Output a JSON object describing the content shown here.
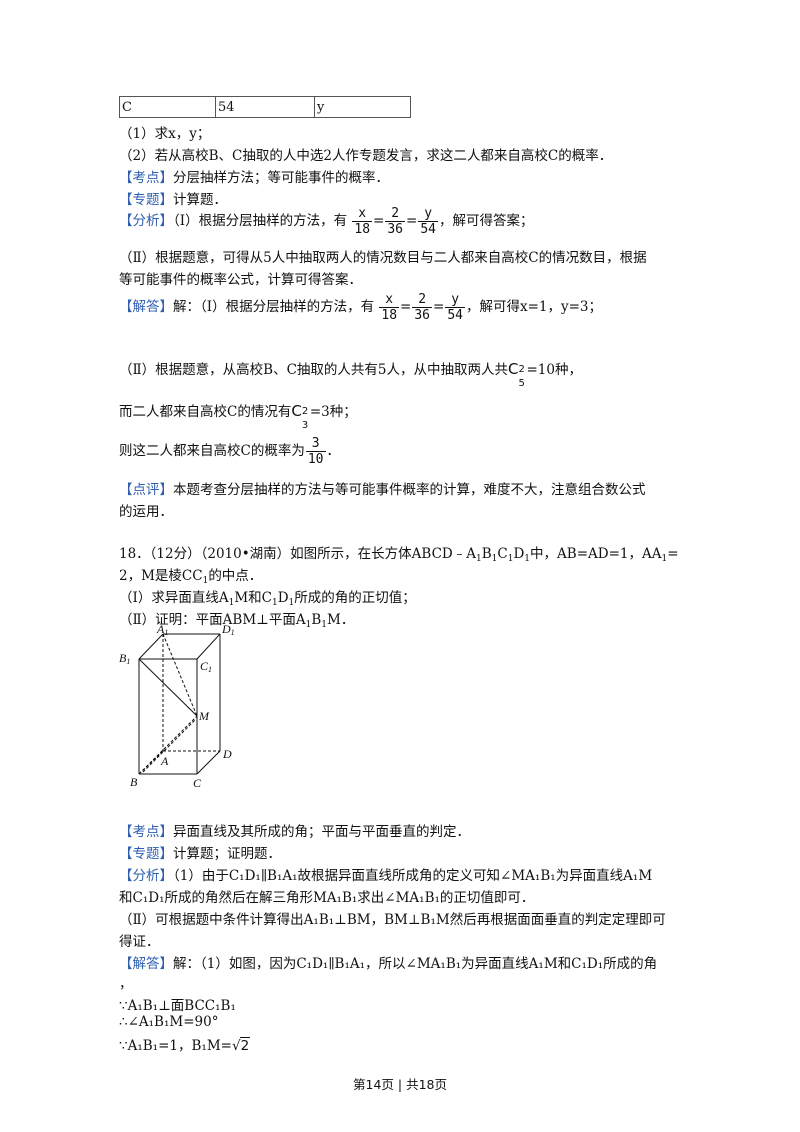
{
  "table_row": {
    "c1": "C",
    "c2": "54",
    "c3": "y"
  },
  "q17": {
    "p1": "（1）求x，y；",
    "p2": "（2）若从高校B、C抽取的人中选2人作专题发言，求这二人都来自高校C的概率．",
    "kaodian_tag": "【考点】",
    "kaodian": "分层抽样方法；等可能事件的概率．",
    "zhuanti_tag": "【专题】",
    "zhuanti": "计算题．",
    "fenxi_tag": "【分析】",
    "fenxi_a": "（Ⅰ）根据分层抽样的方法，有",
    "fenxi_b": "，解可得答案；",
    "fenxi_2a": "（Ⅱ）根据题意，可得从5人中抽取两人的情况数目与二人都来自高校C的情况数目，根据",
    "fenxi_2b": "等可能事件的概率公式，计算可得答案．",
    "frac_x": "x",
    "frac_18": "18",
    "frac_2": "2",
    "frac_36": "36",
    "frac_y": "y",
    "frac_54": "54",
    "jieda_tag": "【解答】",
    "jieda_a": "解：（Ⅰ）根据分层抽样的方法，有",
    "jieda_b": "，解可得x=1，y=3；",
    "s2a": "（Ⅱ）根据题意，从高校B、C抽取的人共有5人，从中抽取两人共",
    "s2b": "=10种，",
    "c5_top": "2",
    "c5_bot": "5",
    "c_letter": "C",
    "s3a": "而二人都来自高校C的情况有",
    "s3b": "=3种；",
    "c3_top": "2",
    "c3_bot": "3",
    "s4a": "则这二人都来自高校C的概率为",
    "s4b": "．",
    "p_num": "3",
    "p_den": "10",
    "dianping_tag": "【点评】",
    "dianping_a": "本题考查分层抽样的方法与等可能事件概率的计算，难度不大，注意组合数公式",
    "dianping_b": "的运用．"
  },
  "q18": {
    "h1": "18．（12分）（2010•湖南）如图所示，在长方体ABCD﹣A",
    "h1b": "B",
    "h1c": "C",
    "h1d": "D",
    "h1e": "中，AB=AD=1，AA",
    "h1f": "=",
    "h2": "2，M是棱CC",
    "h2b": "的中点．",
    "p1a": "（Ⅰ）求异面直线A",
    "p1b": "M和C",
    "p1c": "D",
    "p1d": "所成的角的正切值；",
    "p2a": "（Ⅱ）证明：平面ABM⊥平面A",
    "p2b": "B",
    "p2c": "M．",
    "sub1": "1",
    "labels": {
      "A1": "A",
      "D1": "D",
      "B1": "B",
      "C1": "C",
      "M": "M",
      "D": "D",
      "A": "A",
      "B": "B",
      "C": "C",
      "one": "1"
    },
    "kaodian_tag": "【考点】",
    "kaodian": "异面直线及其所成的角；平面与平面垂直的判定．",
    "zhuanti_tag": "【专题】",
    "zhuanti": "计算题；证明题．",
    "fenxi_tag": "【分析】",
    "fx1": "（1）由于C₁D₁∥B₁A₁故根据异面直线所成角的定义可知∠MA₁B₁为异面直线A₁M",
    "fx2": "和C₁D₁所成的角然后在解三角形MA₁B₁求出∠MA₁B₁的正切值即可．",
    "fx3": "（Ⅱ）可根据题中条件计算得出A₁B₁⊥BM，BM⊥B₁M然后再根据面面垂直的判定定理即可",
    "fx4": "得证．",
    "jieda_tag": "【解答】",
    "jd1": "解：（1）如图，因为C₁D₁∥B₁A₁，所以∠MA₁B₁为异面直线A₁M和C₁D₁所成的角",
    "jd1b": "，",
    "jd2": "∵A₁B₁⊥面BCC₁B₁",
    "jd3": "∴∠A₁B₁M=90°",
    "jd4a": "∵A₁B₁=1，B₁M=",
    "jd4b": "2"
  },
  "footer": {
    "page": "第14页 | 共18页"
  }
}
